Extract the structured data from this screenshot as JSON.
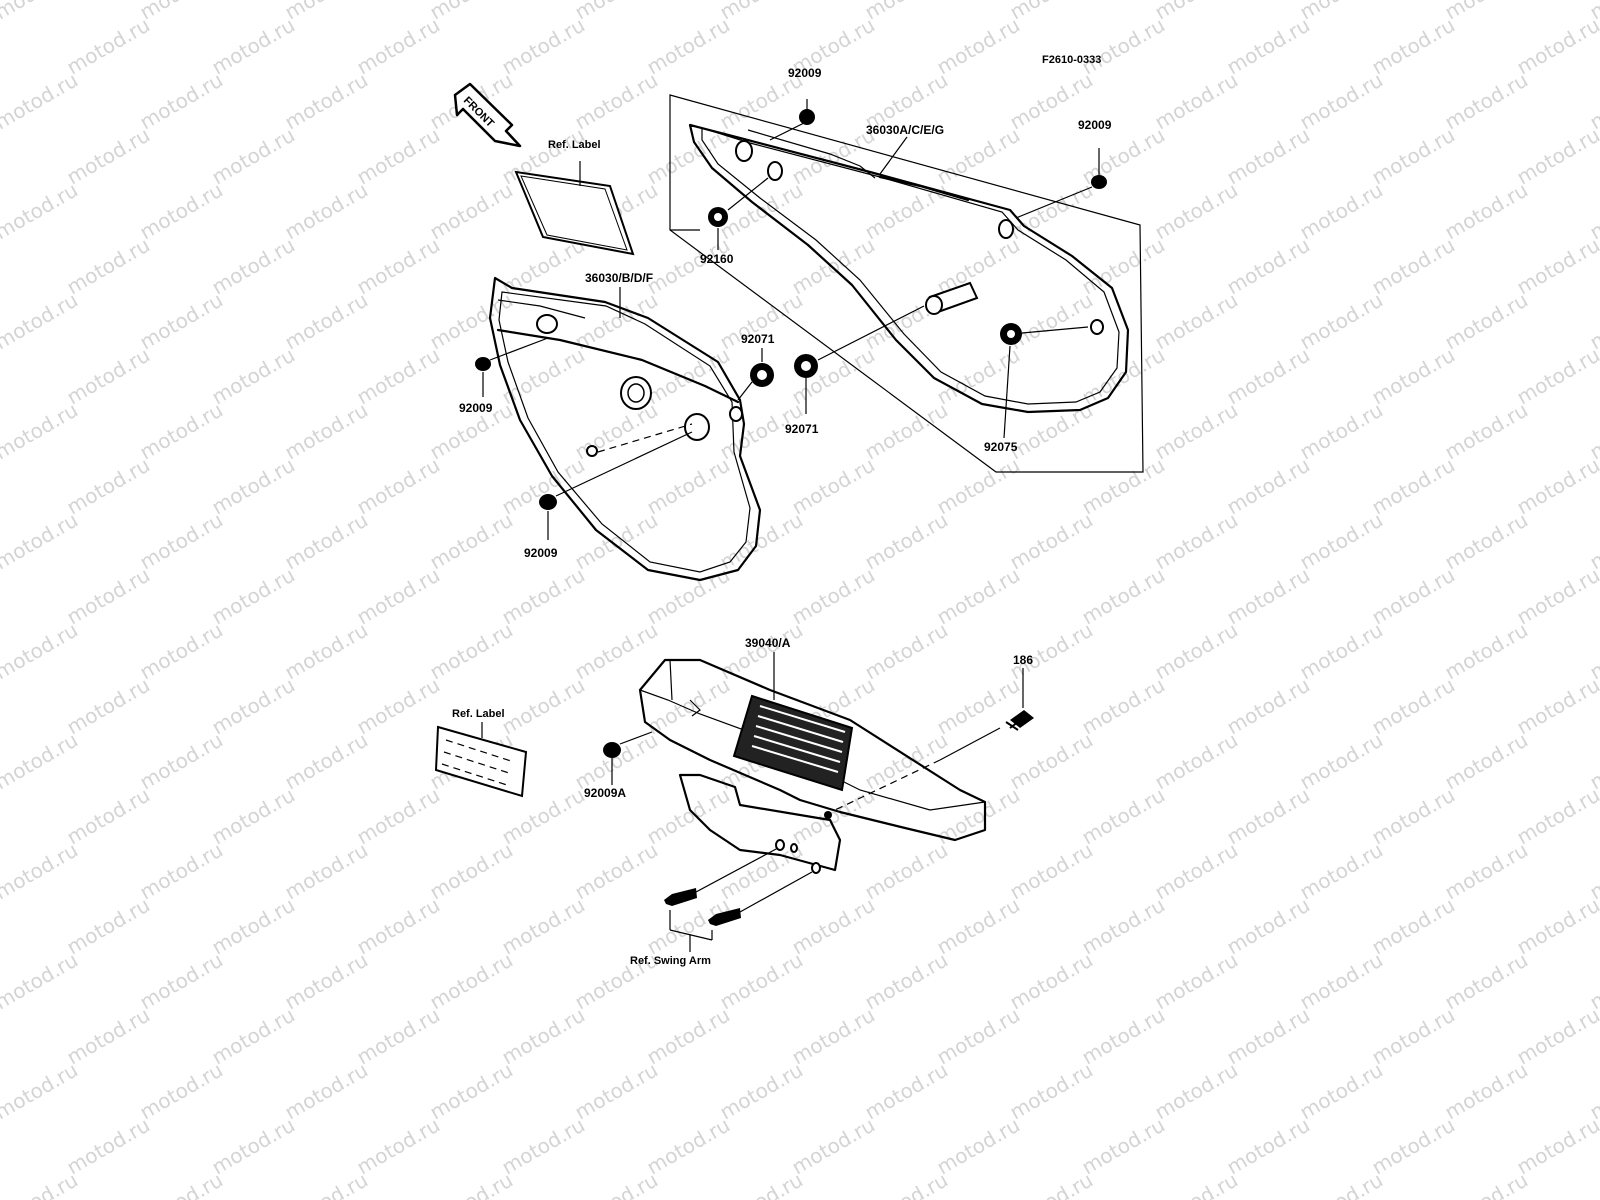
{
  "diagram_code": "F2610-0333",
  "front_arrow": "FRONT",
  "watermark": "motod.ru",
  "labels": {
    "p92009_a": "92009",
    "p36030_aceg": "36030A/C/E/G",
    "p92009_b": "92009",
    "p92160": "92160",
    "ref_label_top": "Ref. Label",
    "p36030_bdf": "36030/B/D/F",
    "p92071_top": "92071",
    "p92071_bottom": "92071",
    "p92009_c": "92009",
    "p92075": "92075",
    "p92009_d": "92009",
    "p39040": "39040/A",
    "p186": "186",
    "ref_label_bottom": "Ref. Label",
    "p92009A": "92009A",
    "ref_swing_arm": "Ref. Swing Arm"
  }
}
